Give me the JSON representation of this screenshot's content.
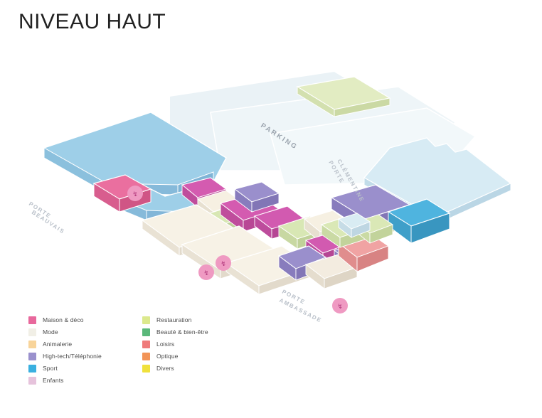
{
  "page": {
    "title": "NIVEAU HAUT"
  },
  "map": {
    "zone_labels": [
      {
        "name": "porte-beauvais",
        "line1": "PORTE",
        "line2": "BEAUVAIS"
      },
      {
        "name": "parking",
        "text": "PARKING"
      },
      {
        "name": "porte-clementine",
        "line1": "PORTE",
        "line2": "CLÉMENTINE"
      },
      {
        "name": "porte-ambassade",
        "line1": "PORTE",
        "line2": "AMBASSADE"
      }
    ],
    "markers": [
      {
        "name": "escalator-marker-1",
        "glyph": "↯"
      },
      {
        "name": "escalator-marker-2",
        "glyph": "↯"
      },
      {
        "name": "escalator-marker-3",
        "glyph": "↯"
      },
      {
        "name": "escalator-marker-4",
        "glyph": "↯"
      }
    ],
    "marker_color": "#ef9ac2",
    "floor_color": "#eef4f7",
    "outline_color": "#ffffff"
  },
  "legend": {
    "left_column": [
      {
        "label": "Maison & déco",
        "color": "#e8689c"
      },
      {
        "label": "Mode",
        "color": "#f1efe6"
      },
      {
        "label": "Animalerie",
        "color": "#f8d49a"
      },
      {
        "label": "High-tech/Téléphonie",
        "color": "#9a91cd"
      },
      {
        "label": "Sport",
        "color": "#3ab0e0"
      },
      {
        "label": "Enfants",
        "color": "#e6c3dc"
      }
    ],
    "right_column": [
      {
        "label": "Restauration",
        "color": "#dce98d"
      },
      {
        "label": "Beauté & bien-être",
        "color": "#5ab87a"
      },
      {
        "label": "Loisirs",
        "color": "#ef7a7a"
      },
      {
        "label": "Optique",
        "color": "#f29457"
      },
      {
        "label": "Divers",
        "color": "#f0e13c"
      }
    ]
  }
}
